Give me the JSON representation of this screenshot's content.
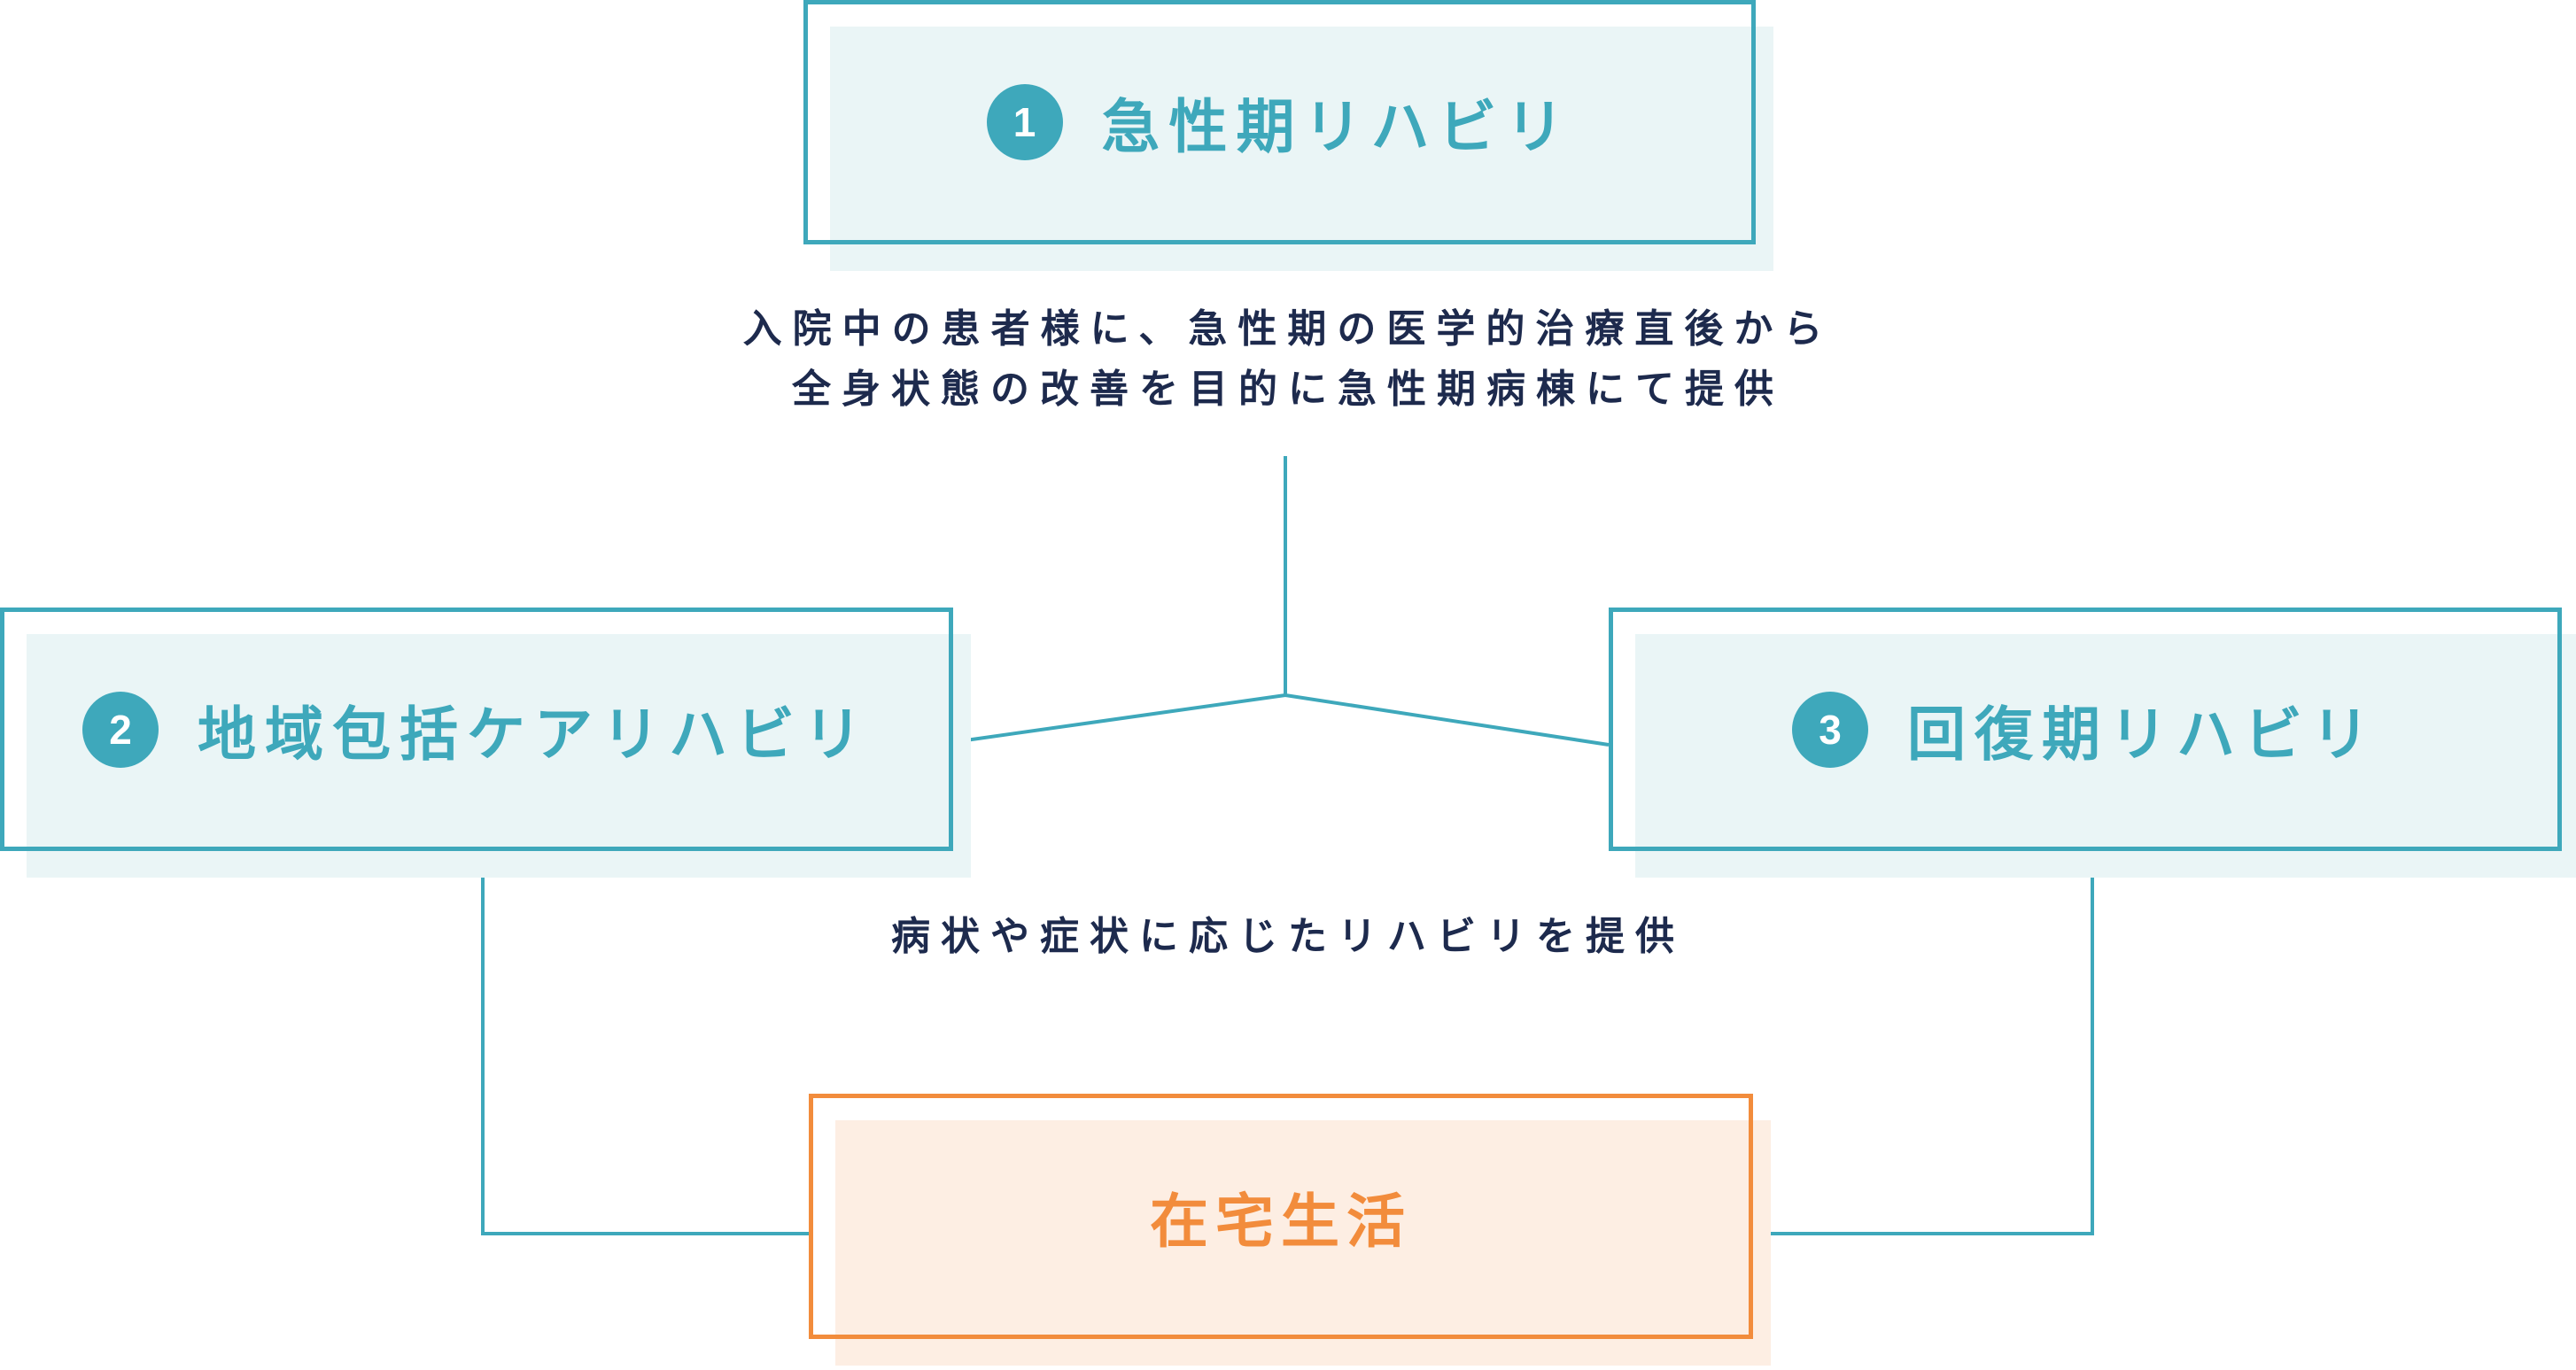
{
  "colors": {
    "teal": "#3ea8bb",
    "teal_fill": "#eaf5f6",
    "orange": "#f28c3c",
    "orange_fill": "#fdeee3",
    "text_dark": "#1d2a4d"
  },
  "nodes": {
    "acute": {
      "number": "1",
      "label": "急性期リハビリ"
    },
    "community": {
      "number": "2",
      "label": "地域包括ケアリハビリ"
    },
    "recovery": {
      "number": "3",
      "label": "回復期リハビリ"
    },
    "home": {
      "label": "在宅生活"
    }
  },
  "descriptions": {
    "acute_line1": "入院中の患者様に、急性期の医学的治療直後から",
    "acute_line2": "全身状態の改善を目的に急性期病棟にて提供",
    "middle": "病状や症状に応じたリハビリを提供"
  }
}
